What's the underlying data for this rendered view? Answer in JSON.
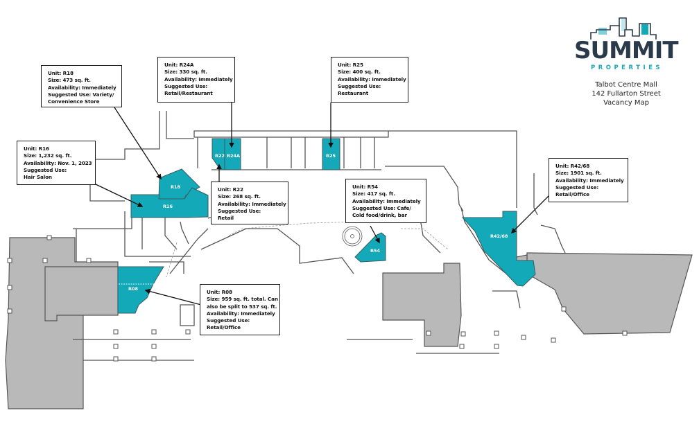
{
  "brand": {
    "name": "SUMMIT",
    "tagline": "PROPERTIES",
    "colors": {
      "navy": "#2b3a4a",
      "teal": "#1aa7b8"
    }
  },
  "info": {
    "mall": "Talbot Centre Mall",
    "address": "142 Fullarton Street",
    "title": "Vacancy Map"
  },
  "colors": {
    "vacant": "#14a9b8",
    "occupied": "#b9b9b9",
    "wall": "#555555"
  },
  "units": [
    {
      "id": "R18",
      "label": "R18",
      "lines": [
        "Unit:  R18",
        "Size:  473 sq. ft.",
        "Availability: Immediately",
        "Suggested Use: Variety/",
        "Convenience Store"
      ]
    },
    {
      "id": "R24A",
      "label": "R24A",
      "lines": [
        "Unit:  R24A",
        "Size:  330 sq. ft.",
        "Availability: Immediately",
        "Suggested Use:",
        "Retail/Restaurant"
      ]
    },
    {
      "id": "R25",
      "label": "R25",
      "lines": [
        "Unit: R25",
        "Size: 400 sq. ft.",
        "Availability: Immediately",
        "Suggested Use:",
        "Restaurant"
      ]
    },
    {
      "id": "R16",
      "label": "R16",
      "lines": [
        "Unit:  R16",
        "Size: 1,232 sq. ft.",
        "Availability: Nov. 1, 2023",
        "Suggested Use:",
        "Hair Salon"
      ]
    },
    {
      "id": "R22",
      "label": "R22",
      "lines": [
        "Unit:  R22",
        "Size:  268 sq. ft.",
        "Availability: Immediately",
        "Suggested Use:",
        "Retail"
      ]
    },
    {
      "id": "R54",
      "label": "R54",
      "lines": [
        "Unit:  R54",
        "Size:  417 sq. ft.",
        "Availability: Immediately",
        "Suggested Use: Cafe/",
        "Cold food/drink, bar"
      ]
    },
    {
      "id": "R42/68",
      "label": "R42/68",
      "lines": [
        "Unit:  R42/68",
        "Size:  1901 sq. ft.",
        "Availability: Immediately",
        "Suggested Use:",
        "Retail/Office"
      ]
    },
    {
      "id": "R08",
      "label": "R08",
      "lines": [
        "Unit:  R08",
        "Size:  959 sq. ft. total. Can",
        "also be split to 537 sq. ft.",
        "Availability: Immediately",
        "Suggested Use:",
        "Retail/Office"
      ]
    }
  ]
}
